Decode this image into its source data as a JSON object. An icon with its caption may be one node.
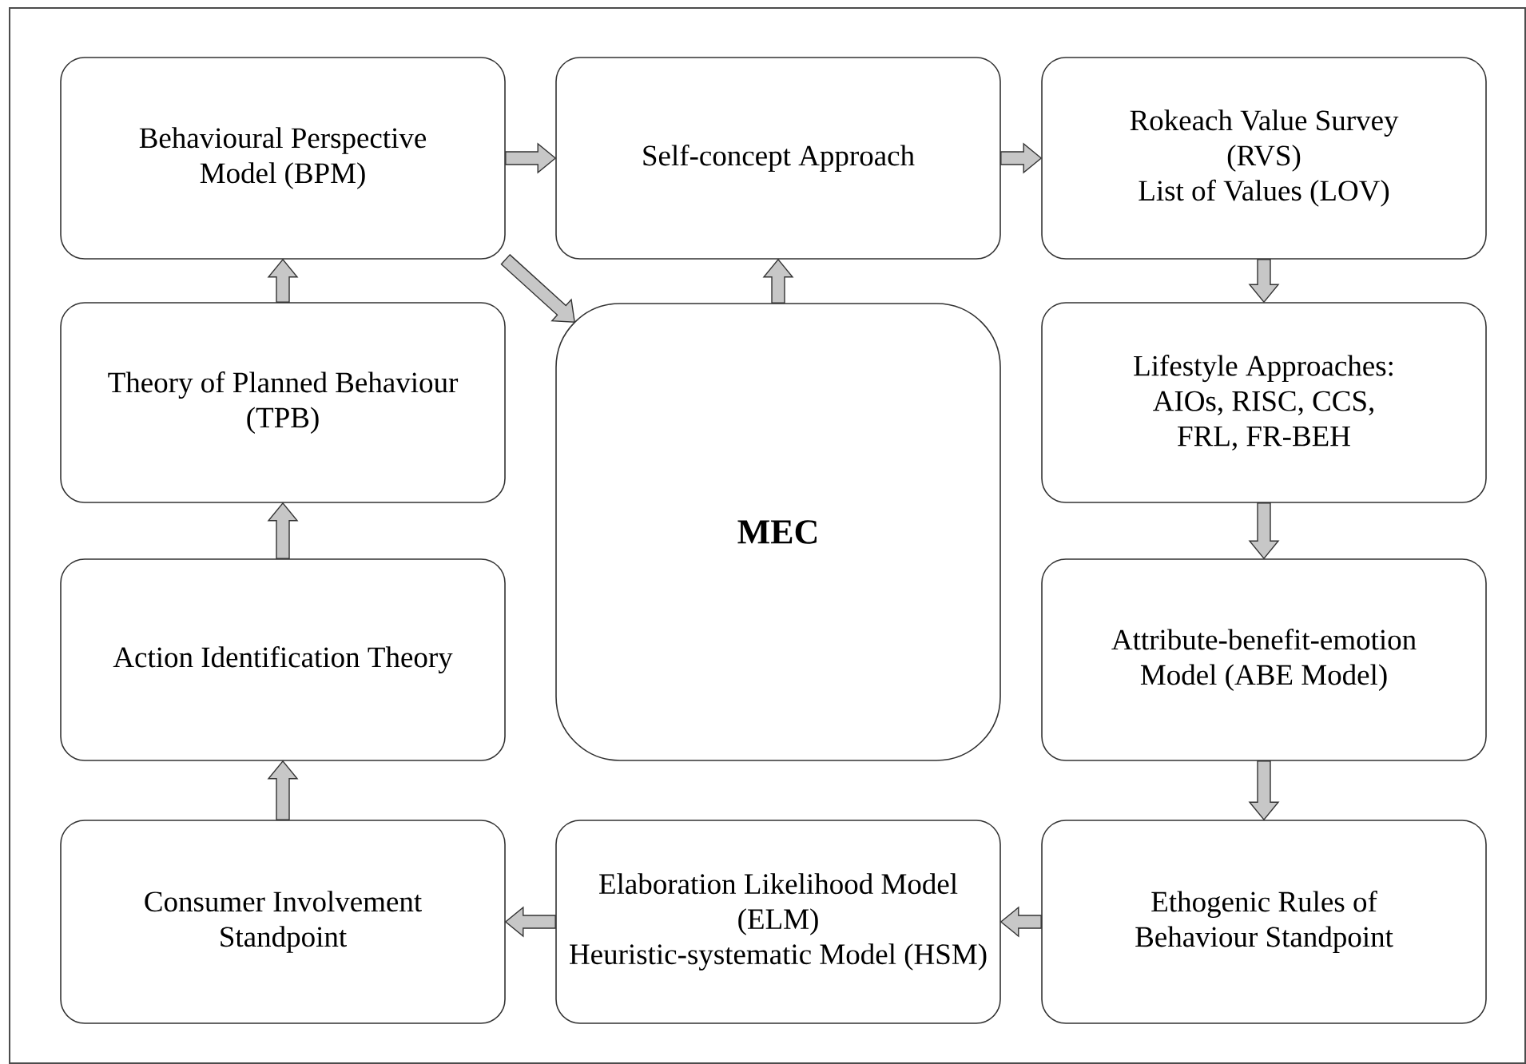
{
  "diagram": {
    "nodes": [
      {
        "text": [
          "Behavioural Perspective Model (BPM)"
        ]
      },
      {
        "text": [
          "Self-concept Approach"
        ]
      },
      {
        "text": [
          "Rokeach Value Survey (RVS)",
          "List of Values (LOV)"
        ]
      },
      {
        "text": [
          "Theory of Planned Behaviour (TPB)"
        ]
      },
      {
        "text": [
          "MEC"
        ]
      },
      {
        "text": [
          "Lifestyle Approaches: AIOs, RISC, CCS, FRL, FR-BEH"
        ]
      },
      {
        "text": [
          "Action Identification Theory"
        ]
      },
      {
        "text": [
          "Attribute-benefit-emotion Model (ABE Model)"
        ]
      },
      {
        "text": [
          "Consumer Involvement Standpoint"
        ]
      },
      {
        "text": [
          "Elaboration Likelihood Model (ELM)",
          "Heuristic-systematic Model (HSM)"
        ]
      },
      {
        "text": [
          "Ethogenic Rules of Behaviour Standpoint"
        ]
      }
    ],
    "edges": [
      {
        "from": 0,
        "to": 1,
        "arrow": "to"
      },
      {
        "from": 1,
        "to": 2,
        "arrow": "to"
      },
      {
        "from": 0,
        "to": 4,
        "arrow": "to"
      },
      {
        "from": 4,
        "to": 1,
        "arrow": "to"
      },
      {
        "from": 3,
        "to": 0,
        "arrow": "to"
      },
      {
        "from": 6,
        "to": 3,
        "arrow": "to"
      },
      {
        "from": 8,
        "to": 6,
        "arrow": "to"
      },
      {
        "from": 2,
        "to": 5,
        "arrow": "to"
      },
      {
        "from": 5,
        "to": 7,
        "arrow": "to"
      },
      {
        "from": 7,
        "to": 10,
        "arrow": "to"
      },
      {
        "from": 10,
        "to": 9,
        "arrow": "to"
      },
      {
        "from": 9,
        "to": 8,
        "arrow": "to"
      }
    ]
  }
}
